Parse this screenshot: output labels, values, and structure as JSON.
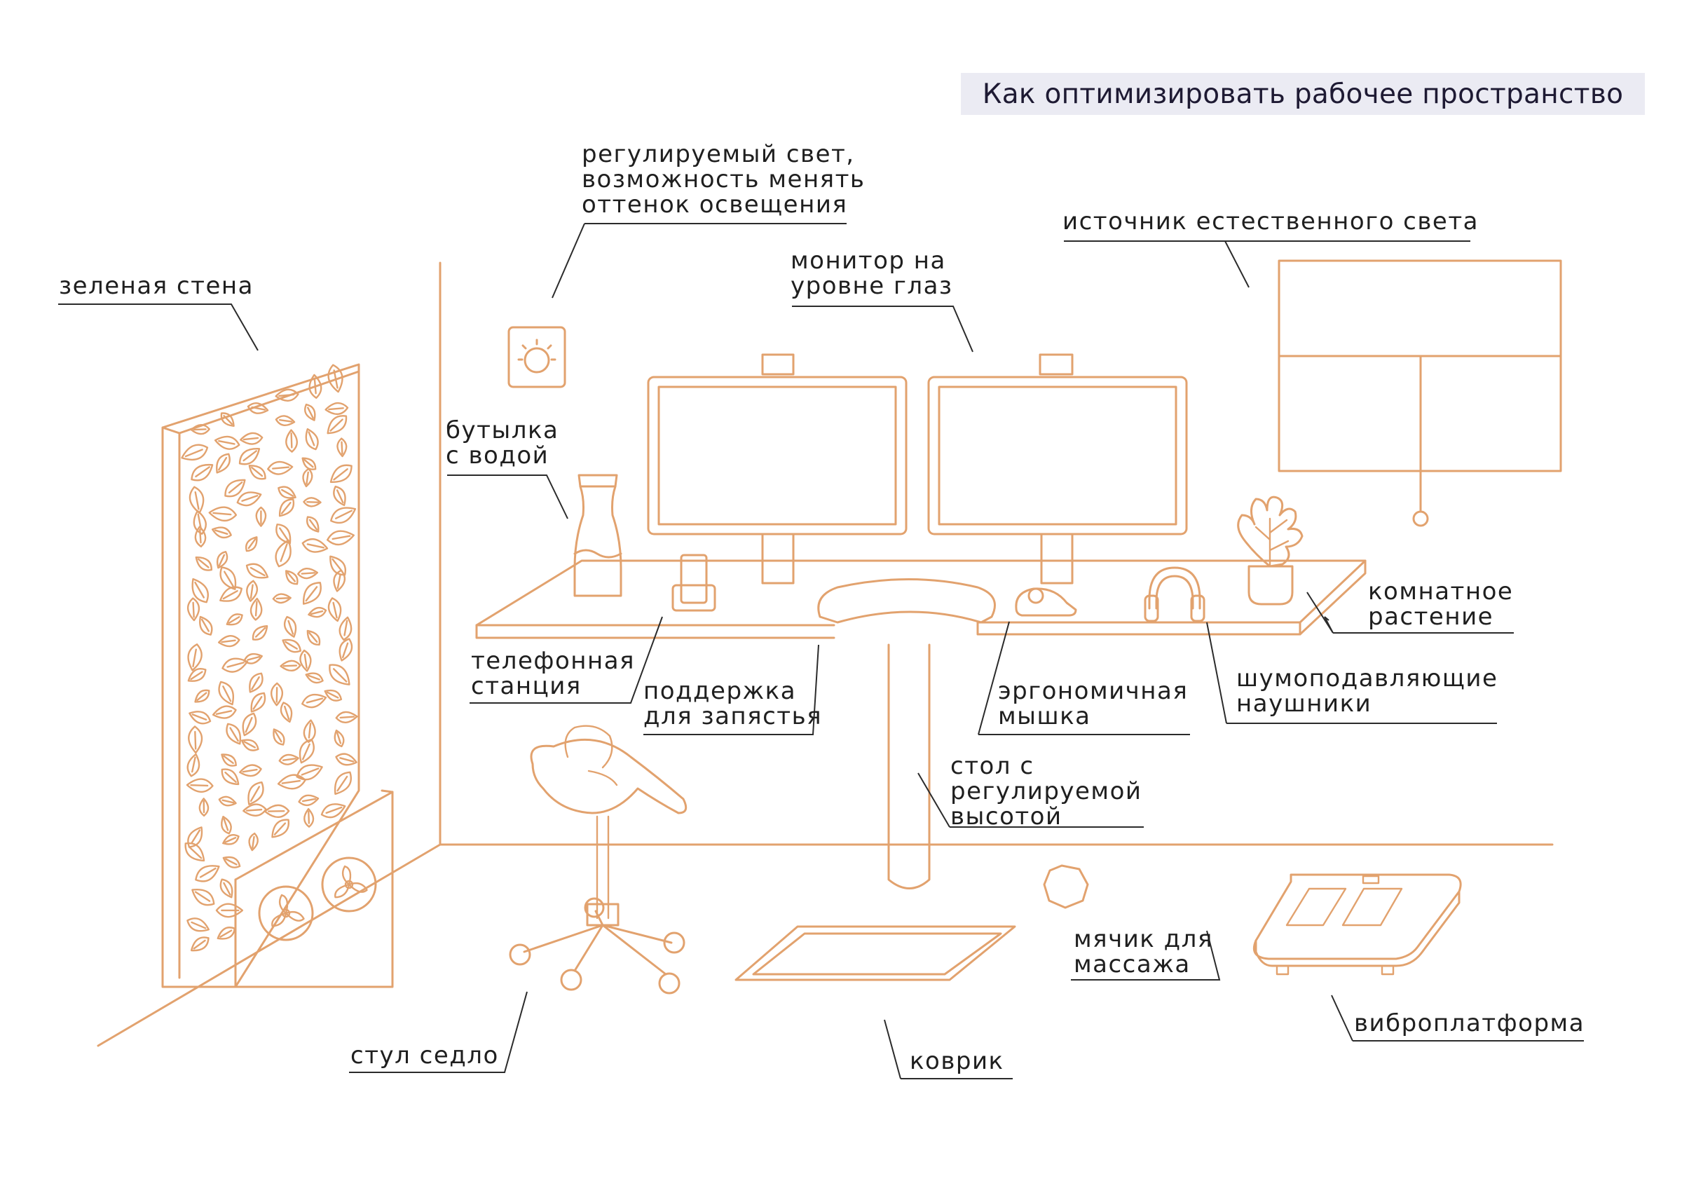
{
  "title": "Как оптимизировать рабочее пространство",
  "colors": {
    "line": "#e2a26e",
    "leader": "#2b2b2b",
    "title_bg": "#ebebf3",
    "text": "#1f1f1f"
  },
  "labels": {
    "adjustable_light": [
      "регулируемый свет,",
      "возможность менять",
      "оттенок освещения"
    ],
    "natural_light": [
      "источник естественного света"
    ],
    "green_wall": [
      "зеленая стена"
    ],
    "monitor": [
      "монитор на",
      "уровне глаз"
    ],
    "water_bottle": [
      "бутылка",
      "с водой"
    ],
    "houseplant": [
      "комнатное",
      "растение"
    ],
    "phone_dock": [
      "телефонная",
      "станция"
    ],
    "wrist_rest": [
      "поддержка",
      "для запястья"
    ],
    "ergo_mouse": [
      "эргономичная",
      "мышка"
    ],
    "headphones": [
      "шумоподавляющие",
      "наушники"
    ],
    "standing_desk": [
      "стол с",
      "регулируемой",
      "высотой"
    ],
    "saddle_chair": [
      "стул седло"
    ],
    "massage_ball": [
      "мячик для",
      "массажа"
    ],
    "mat": [
      "коврик"
    ],
    "vibro_platform": [
      "виброплатформа"
    ]
  }
}
